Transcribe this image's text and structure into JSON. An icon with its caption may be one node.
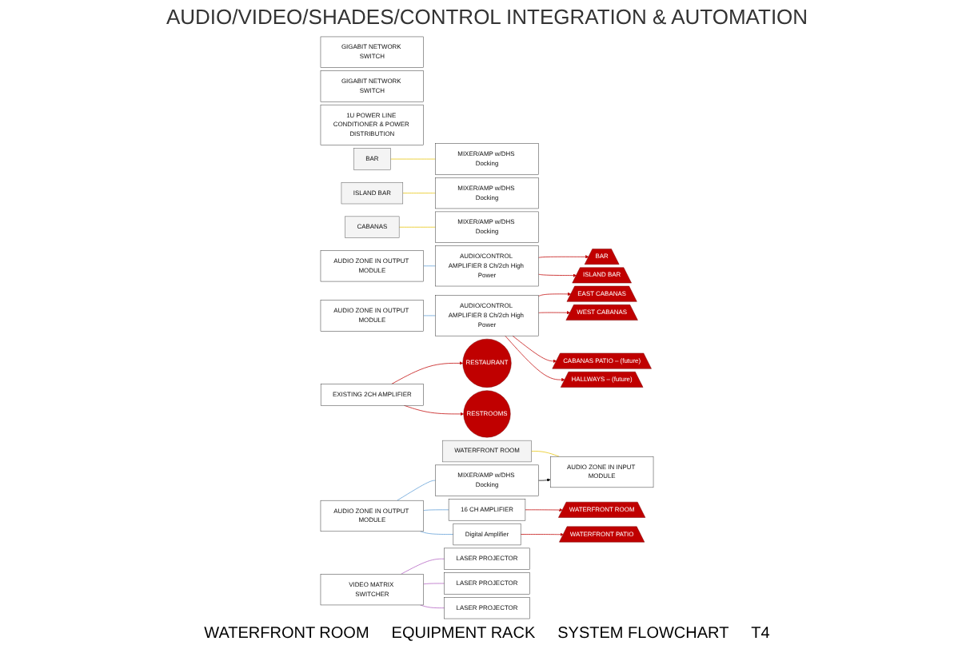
{
  "diagram": {
    "title": "AUDIO/VIDEO/SHADES/CONTROL INTEGRATION & AUTOMATION",
    "nodes": [
      {
        "text": [
          "AUDIO ZONE IN OUTPUT MODULE"
        ]
      },
      {
        "text": [
          "AUDIO ZONE IN OUTPUT MODULE"
        ]
      },
      {
        "text": [
          "MIXER/AMP w/DHS Docking"
        ]
      },
      {
        "text": [
          "MIXER/AMP w/DHS Docking"
        ]
      },
      {
        "text": [
          "MIXER/AMP w/DHS Docking"
        ]
      },
      {
        "text": [
          "EXISTING 2CH AMPLIFIER"
        ]
      },
      {
        "text": [
          "AUDIO/CONTROL AMPLIFIER 8 Ch/2ch High Power"
        ]
      },
      {
        "text": [
          "AUDIO/CONTROL AMPLIFIER 8 Ch/2ch High Power"
        ]
      },
      {
        "text": [
          "GIGABIT NETWORK SWITCH"
        ]
      },
      {
        "text": [
          "BAR"
        ]
      },
      {
        "text": [
          "ISLAND BAR"
        ]
      },
      {
        "text": [
          "CABANAS"
        ]
      },
      {
        "text": [
          "RESTAURANT"
        ]
      },
      {
        "text": [
          "RESTROOMS"
        ]
      },
      {
        "text": [
          "BAR"
        ]
      },
      {
        "text": [
          "ISLAND BAR"
        ]
      },
      {
        "text": [
          "EAST CABANAS"
        ]
      },
      {
        "text": [
          "WEST CABANAS"
        ]
      },
      {
        "text": [
          "CABANAS PATIO – (future)"
        ]
      },
      {
        "text": [
          "HALLWAYS – (future)"
        ]
      },
      {
        "text": [
          "WATERFRONT ROOM"
        ]
      },
      {
        "text": [
          "AUDIO ZONE IN INPUT MODULE"
        ]
      },
      {
        "text": [
          "AUDIO ZONE IN OUTPUT MODULE"
        ]
      },
      {
        "text": [
          "MIXER/AMP w/DHS Docking"
        ]
      },
      {
        "text": [
          "16 CH AMPLIFIER"
        ]
      },
      {
        "text": [
          "Digital Amplifier"
        ]
      },
      {
        "text": [
          "VIDEO MATRIX SWITCHER"
        ]
      },
      {
        "text": [
          "LASER PROJECTOR"
        ]
      },
      {
        "text": [
          "LASER PROJECTOR"
        ]
      },
      {
        "text": [
          "LASER PROJECTOR"
        ]
      },
      {
        "text": [
          "GIGABIT NETWORK SWITCH"
        ]
      },
      {
        "text": [
          "1U POWER LINE CONDITIONER & POWER DISTRIBUTION"
        ]
      },
      {
        "text": [
          "WATERFRONT ROOM"
        ]
      },
      {
        "text": [
          "WATERFRONT PATIO"
        ]
      }
    ],
    "edges": [
      {
        "from": 9,
        "to": 2,
        "arrow": "none",
        "color": "#e6c200"
      },
      {
        "from": 10,
        "to": 3,
        "arrow": "none",
        "color": "#e6c200"
      },
      {
        "from": 11,
        "to": 4,
        "arrow": "none",
        "color": "#e6c200"
      },
      {
        "from": 0,
        "to": 6,
        "arrow": "none",
        "color": "#5b9bd5"
      },
      {
        "from": 1,
        "to": 7,
        "arrow": "none",
        "color": "#5b9bd5"
      },
      {
        "from": 5,
        "to": 12,
        "arrow": "to"
      },
      {
        "from": 5,
        "to": 13,
        "arrow": "to"
      },
      {
        "from": 6,
        "to": 14,
        "arrow": "to"
      },
      {
        "from": 6,
        "to": 15,
        "arrow": "to"
      },
      {
        "from": 7,
        "to": 16,
        "arrow": "to"
      },
      {
        "from": 7,
        "to": 17,
        "arrow": "to"
      },
      {
        "from": 7,
        "to": 18,
        "arrow": "to"
      },
      {
        "from": 7,
        "to": 19,
        "arrow": "to"
      },
      {
        "from": 20,
        "to": 21,
        "arrow": "none",
        "color": "#e6c200"
      },
      {
        "from": 23,
        "to": 21,
        "arrow": "to",
        "color": "#000000"
      },
      {
        "from": 22,
        "to": 23,
        "arrow": "none",
        "color": "#5b9bd5"
      },
      {
        "from": 22,
        "to": 24,
        "arrow": "none",
        "color": "#5b9bd5"
      },
      {
        "from": 22,
        "to": 25,
        "arrow": "none",
        "color": "#5b9bd5"
      },
      {
        "from": 24,
        "to": 32,
        "arrow": "to"
      },
      {
        "from": 25,
        "to": 33,
        "arrow": "to"
      },
      {
        "from": 26,
        "to": 27,
        "arrow": "none",
        "color": "#b05cc0"
      },
      {
        "from": 26,
        "to": 28,
        "arrow": "none",
        "color": "#b05cc0"
      },
      {
        "from": 26,
        "to": 29,
        "arrow": "none",
        "color": "#b05cc0"
      }
    ],
    "labels": [
      "WATERFRONT ROOM",
      "EQUIPMENT RACK",
      "SYSTEM FLOWCHART",
      "T4"
    ]
  }
}
